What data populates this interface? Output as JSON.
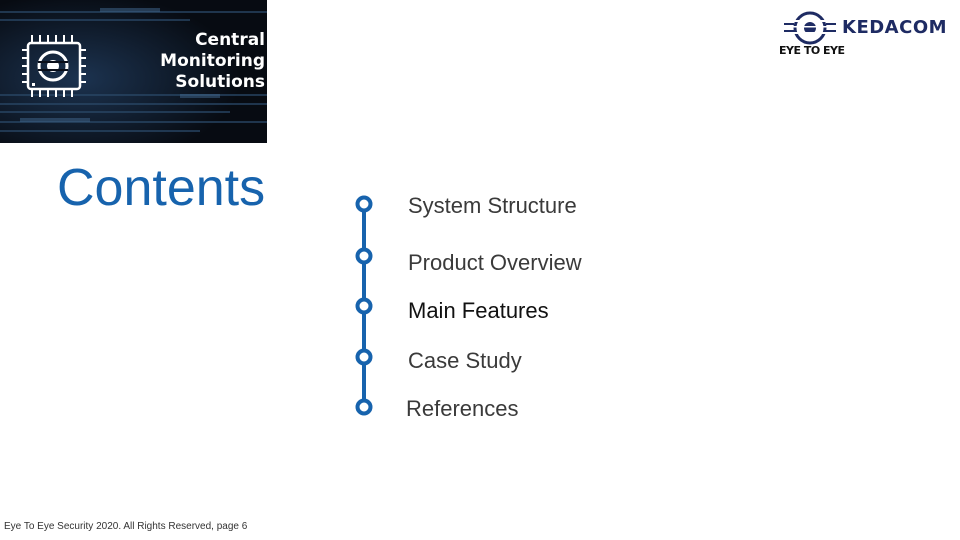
{
  "banner": {
    "lines": [
      "Central",
      "Monitoring",
      "Solutions"
    ]
  },
  "logo": {
    "brand": "KEDACOM",
    "sub": "EYE TO EYE"
  },
  "title": "Contents",
  "agenda": {
    "items": [
      {
        "label": "System Structure",
        "active": false
      },
      {
        "label": "Product Overview",
        "active": false
      },
      {
        "label": "Main Features",
        "active": true
      },
      {
        "label": "Case Study",
        "active": false
      },
      {
        "label": "References",
        "active": false
      }
    ]
  },
  "footer": "Eye To Eye Security 2020. All Rights Reserved, page 6",
  "colors": {
    "accent": "#1763ad",
    "brand": "#1e2b63",
    "text": "#3a3a3a"
  }
}
